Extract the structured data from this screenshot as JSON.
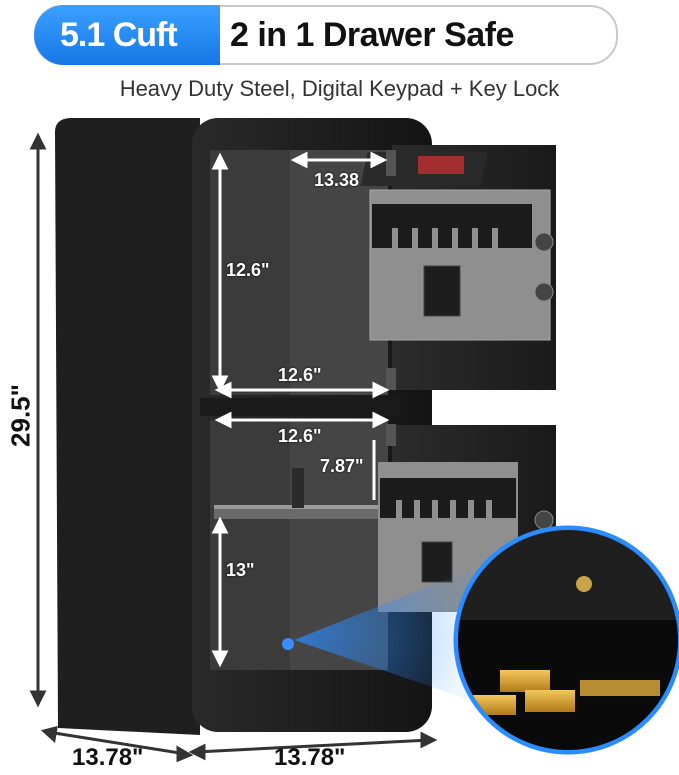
{
  "header": {
    "capacity": "5.1 Cuft",
    "title": "2 in 1 Drawer Safe",
    "subtitle": "Heavy Duty Steel, Digital Keypad + Key Lock"
  },
  "dimensions": {
    "height_outer": "29.5\"",
    "top_width_depth": "13.38",
    "top_height": "12.6\"",
    "top_width": "12.6\"",
    "bottom_width": "12.6\"",
    "drawer_height": "7.87\"",
    "bottom_height": "13\"",
    "base_depth": "13.78\"",
    "base_width": "13.78\""
  },
  "colors": {
    "accent_blue": "#1677e6",
    "body": "#1c1c1c",
    "interior": "#3a3a3a"
  }
}
